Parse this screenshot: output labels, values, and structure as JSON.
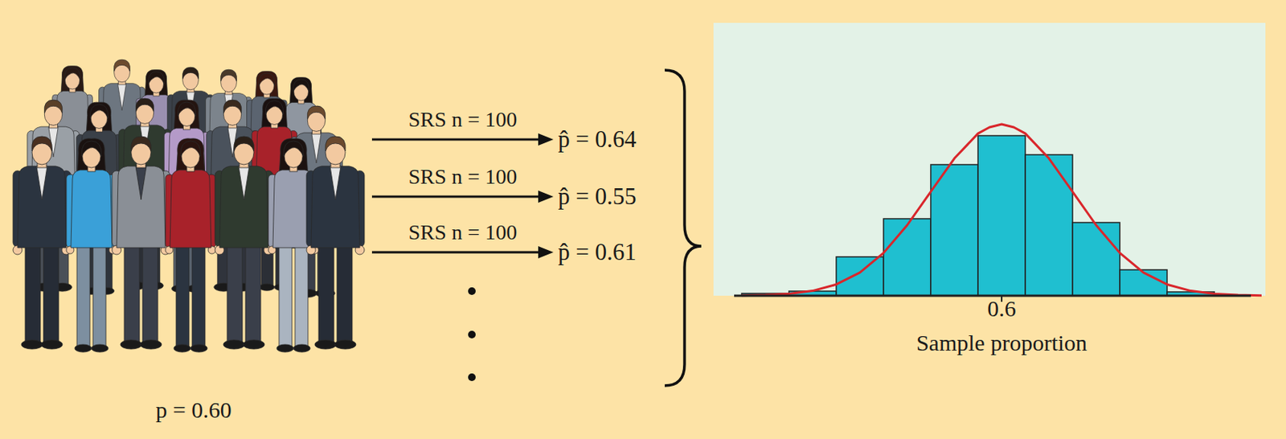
{
  "diagram": {
    "nodes": [
      {
        "text": [
          "p = 0.60"
        ]
      },
      {
        "text": [
          "p̂ = 0.64"
        ]
      },
      {
        "text": [
          "p̂ = 0.55"
        ]
      },
      {
        "text": [
          "p̂ = 0.61"
        ]
      },
      {
        "text": [
          "0.6",
          "Sample proportion"
        ]
      }
    ],
    "edges": [
      {
        "from": 0,
        "to": 1,
        "label": "SRS n = 100",
        "arrow": "to"
      },
      {
        "from": 0,
        "to": 2,
        "label": "SRS n = 100",
        "arrow": "to"
      },
      {
        "from": 0,
        "to": 3,
        "label": "SRS n = 100",
        "arrow": "to"
      }
    ]
  }
}
